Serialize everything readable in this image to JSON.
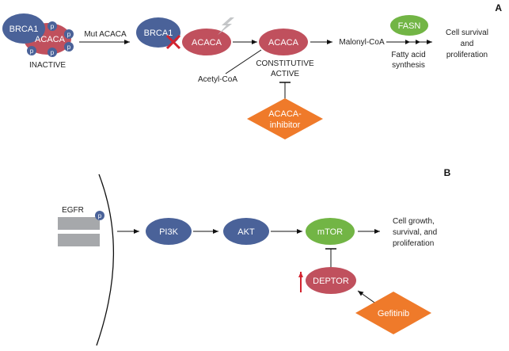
{
  "colors": {
    "blue": "#4a6299",
    "red": "#c0505d",
    "green": "#72b545",
    "orange": "#ef7a2a",
    "arrow": "#111111",
    "membrane": "#a6a8ab",
    "mutation_mark": "#d3232f",
    "lightning": "#c4c6c8"
  },
  "panel_a": {
    "label": "A",
    "brca1": "BRCA1",
    "acaca": "ACACA",
    "phospho": "p",
    "inactive": "INACTIVE",
    "mut_acaca": "Mut ACACA",
    "brca1_mut": "BRCA1",
    "acaca_2": "ACACA",
    "acaca_active": "ACACA",
    "acetyl_coa": "Acetyl-CoA",
    "constitutive_active": [
      "CONSTITUTIVE",
      "ACTIVE"
    ],
    "malonyl_coa": "Malonyl-CoA",
    "fasn": "FASN",
    "fatty_acid_synthesis": [
      "Fatty acid",
      "synthesis"
    ],
    "outcome": [
      "Cell survival",
      "and",
      "proliferation"
    ],
    "inhibitor": [
      "ACACA-",
      "inhibitor"
    ]
  },
  "panel_b": {
    "label": "B",
    "egfr": "EGFR",
    "phospho": "p",
    "pi3k": "PI3K",
    "akt": "AKT",
    "mtor": "mTOR",
    "outcome": [
      "Cell growth,",
      "survival, and",
      "proliferation"
    ],
    "deptor": "DEPTOR",
    "gefitinib": "Gefitinib"
  }
}
